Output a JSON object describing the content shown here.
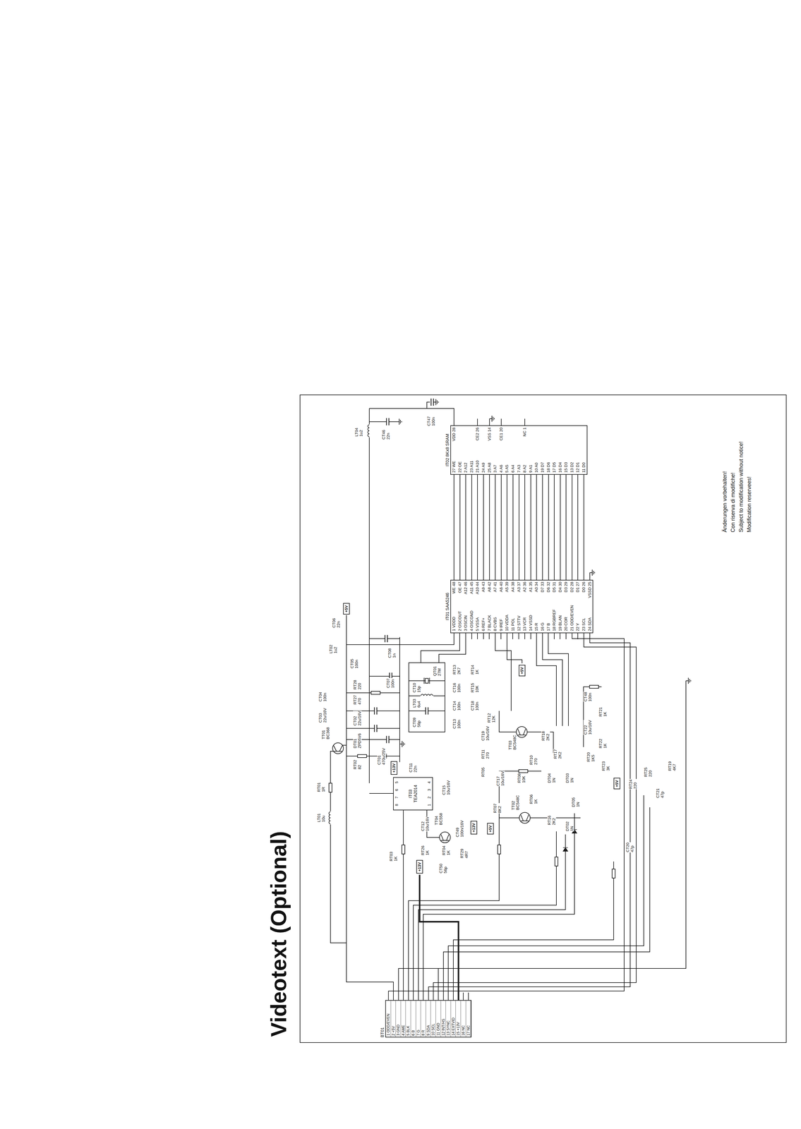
{
  "diagram": {
    "title": "Videotext (Optional)",
    "nodes": [
      {
        "text": [
          "BT01",
          "1 ODD/EVEN",
          "2 +5V",
          "3 GND",
          "4 AME",
          "5 BLK",
          "6 B",
          "7 G",
          "8 R",
          "9 SDA",
          "10 SCL",
          "11 GND",
          "12 INT/HS",
          "13 SYNC",
          "14 EXTVID",
          "15 +13V",
          "16 NC",
          "17 NC"
        ]
      },
      {
        "text": [
          "IT03 TEA2014",
          "1",
          "2",
          "3",
          "4",
          "8",
          "7",
          "6",
          "5"
        ]
      },
      {
        "text": [
          "IT01 SAA5246",
          "1 VDDD",
          "2 OSCOUT",
          "3 OSCIN",
          "4 OSCGND",
          "5 VSSA",
          "6 REF+",
          "7 BLACK",
          "8 CVBS",
          "9 IREF",
          "10 VDDA",
          "11 POL",
          "12 STTV",
          "13 VCR",
          "14 VSSD",
          "15 R",
          "16 G",
          "17 B",
          "18 RGBREF",
          "19 BLAN",
          "20 COR",
          "21 ODD/EVEN",
          "22 Y",
          "23 SCL",
          "24 SDA",
          "WE 48",
          "OE 47",
          "A12 46",
          "A11 45",
          "A10 44",
          "A9 43",
          "A8 42",
          "A7 41",
          "A6 40",
          "A5 39",
          "A4 38",
          "A3 37",
          "A2 36",
          "A1 35",
          "A0 34",
          "D7 33",
          "D6 32",
          "D5 31",
          "D4 30",
          "D3 29",
          "D2 28",
          "D1 27",
          "D0 26",
          "VSSD 25"
        ]
      },
      {
        "text": [
          "IT02 8Kx8 SRAM",
          "27 WE",
          "22 OE",
          "2 A12",
          "23 A11",
          "21 A10",
          "24 A9",
          "25 A8",
          "3 A7",
          "4 A6",
          "5 A5",
          "6 A4",
          "7 A3",
          "8 A2",
          "9 A1",
          "10 A0",
          "19 D7",
          "18 D6",
          "17 D5",
          "16 D4",
          "15 D3",
          "13 D2",
          "12 D1",
          "11 D0",
          "VDD 28",
          "CE2 26",
          "VSS 14",
          "CE1 20",
          "NC 1"
        ]
      },
      {
        "text": [
          "+5V"
        ]
      },
      {
        "text": [
          "+13V"
        ]
      },
      {
        "text": [
          "+13V"
        ]
      },
      {
        "text": [
          "+13V"
        ]
      },
      {
        "text": [
          "+5V"
        ]
      },
      {
        "text": [
          "+5V"
        ]
      },
      {
        "text": [
          "+5V"
        ]
      }
    ],
    "edges": [
      {
        "from": 2,
        "to": 3,
        "arrow": "none"
      },
      {
        "from": 2,
        "to": 3,
        "arrow": "none"
      },
      {
        "from": 2,
        "to": 3,
        "arrow": "none"
      },
      {
        "from": 2,
        "to": 3,
        "arrow": "none"
      },
      {
        "from": 2,
        "to": 3,
        "arrow": "none"
      },
      {
        "from": 2,
        "to": 3,
        "arrow": "none"
      },
      {
        "from": 2,
        "to": 3,
        "arrow": "none"
      },
      {
        "from": 2,
        "to": 3,
        "arrow": "none"
      },
      {
        "from": 2,
        "to": 3,
        "arrow": "none"
      },
      {
        "from": 2,
        "to": 3,
        "arrow": "none"
      },
      {
        "from": 2,
        "to": 3,
        "arrow": "none"
      },
      {
        "from": 2,
        "to": 3,
        "arrow": "none"
      },
      {
        "from": 2,
        "to": 3,
        "arrow": "none"
      },
      {
        "from": 2,
        "to": 3,
        "arrow": "none"
      },
      {
        "from": 2,
        "to": 3,
        "arrow": "none"
      },
      {
        "from": 2,
        "to": 3,
        "arrow": "none"
      },
      {
        "from": 2,
        "to": 3,
        "arrow": "none"
      },
      {
        "from": 2,
        "to": 3,
        "arrow": "none"
      },
      {
        "from": 2,
        "to": 3,
        "arrow": "none"
      },
      {
        "from": 2,
        "to": 3,
        "arrow": "none"
      },
      {
        "from": 2,
        "to": 3,
        "arrow": "none"
      },
      {
        "from": 2,
        "to": 3,
        "arrow": "none"
      },
      {
        "from": 2,
        "to": 3,
        "arrow": "none"
      },
      {
        "from": 0,
        "to": 2,
        "arrow": "none"
      },
      {
        "from": 0,
        "to": 2,
        "arrow": "none"
      },
      {
        "from": 0,
        "to": 2,
        "arrow": "none"
      }
    ],
    "labels": [
      "LT01 10u",
      "RT01 1R",
      "TT01 BC368",
      "RT02 82",
      "DT01 ZPD5V6",
      "CT01 470u/25V",
      "CT02 22u/16V",
      "CT03 22u/16V",
      "CT04 100n",
      "RT27 470",
      "RT28 220",
      "CT07 100n",
      "CT09 56p",
      "LT03 6u4",
      "CT10 15p",
      "QT01 27M",
      "CT08 1n",
      "LT02 1u2",
      "CT05 100n",
      "CT06 22n",
      "RT13 2K7",
      "RT14 1K",
      "RT15 10K",
      "CT16 100n",
      "CT18 100n",
      "CT14 100n",
      "CT13 100n",
      "CT11 22n",
      "CT15 10u/16V",
      "CT12 10u/16V",
      "TT04 BC558",
      "RT03 1K",
      "RT26 1K",
      "CT50 56p",
      "RT04 1K",
      "CT49 100n/16V",
      "RT29 4R7",
      "RT05",
      "RT07 8K2",
      "TT02 BC548C",
      "CT17 10u/16V",
      "RT08 10K",
      "RT06 1K",
      "RT11 270",
      "CT19 10u/16V",
      "TT03 BC548C",
      "RT12 12K",
      "RT10 270",
      "RT16 2K2",
      "DT02 1N",
      "DT04 1N",
      "DT03 1N",
      "DT05 1N",
      "RT17 2K2",
      "RT18 2K2",
      "RT20 1K5",
      "RT22 1K",
      "RT23 3K",
      "CT22 10u/16V",
      "RT21 1K",
      "CT48 100n",
      "RT24 220",
      "RT25 220",
      "CT21 47p",
      "RT19 4K7",
      "CT20 47p",
      "LT04 1u2",
      "CT46 22n",
      "CT47 100n",
      "Änderungen vorbehalten!",
      "Con riserva di modifiche!",
      "Subject to modification without notice!",
      "Modification reservees!"
    ]
  }
}
